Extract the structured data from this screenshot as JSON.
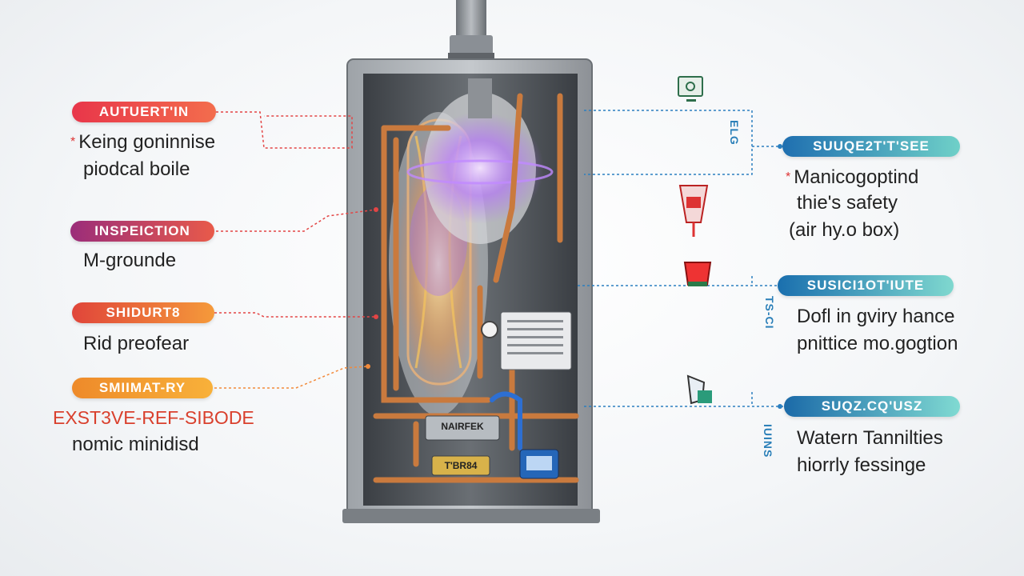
{
  "left_callouts": [
    {
      "label": "AUTUERT'IN",
      "lines": [
        "Keing goninnise",
        "piodcal boile"
      ],
      "color_from": "#e8364a",
      "color_to": "#f36d4d"
    },
    {
      "label": "INSPEICTION",
      "lines": [
        "M-grounde"
      ],
      "color_from": "#9b2d7a",
      "color_to": "#e85a4a"
    },
    {
      "label": "SHIDURT8",
      "lines": [
        "Rid preofear"
      ],
      "color_from": "#e0453a",
      "color_to": "#f59a3a"
    },
    {
      "label": "SMIIMAT-RY",
      "lines": [
        "EXST3VE-REF-SIBODE",
        "nomic minidisd"
      ],
      "color_from": "#ee8a2a",
      "color_to": "#f8b13a"
    }
  ],
  "right_callouts": [
    {
      "label": "SUUQE2T'T'SEE",
      "lines": [
        "Manicogoptind",
        "thie's safety",
        "(air hy.o box)"
      ],
      "vert": "ELG",
      "color_from": "#1f6fb0",
      "color_to": "#6fd0c8"
    },
    {
      "label": "SUSICI1OT'IUTE",
      "lines": [
        "Dofl in gviry hance",
        "pnittice mo.gogtion"
      ],
      "vert": "TS-CI",
      "color_from": "#1a6fae",
      "color_to": "#7fd8cf"
    },
    {
      "label": "SUQZ.CQ'USZ",
      "lines": [
        "Watern Tannilties",
        "hiorrly fessinge"
      ],
      "vert": "IUINS",
      "color_from": "#1b6aa8",
      "color_to": "#80dad2"
    }
  ],
  "unit_labels": {
    "top_plate": "NAIRFEK",
    "bottom_plate": "T'BR84"
  },
  "colors": {
    "cabinet": "#8a8f95",
    "copper": "#c97a3e",
    "glow": "#b36cff",
    "dash_red": "#e34545",
    "dash_blue": "#2b7fc0"
  }
}
